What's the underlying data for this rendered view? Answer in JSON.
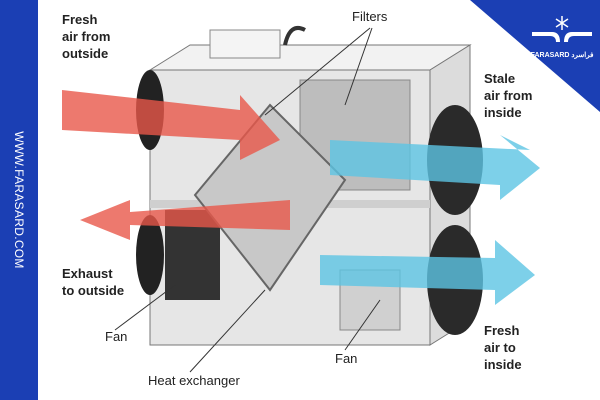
{
  "brand": {
    "website": "WWW.FARASARD.COM",
    "logo_text": "FARASARD فراسرد",
    "color": "#1b3fb4"
  },
  "labels": {
    "fresh_in": [
      "Fresh",
      "air from",
      "outside"
    ],
    "filters": "Filters",
    "stale_in": [
      "Stale",
      "air from",
      "inside"
    ],
    "exhaust": [
      "Exhaust",
      "to outside"
    ],
    "fan_left": "Fan",
    "heat_exchanger": "Heat exchanger",
    "fan_right": "Fan",
    "fresh_out": [
      "Fresh",
      "air to",
      "inside"
    ]
  },
  "colors": {
    "warm_air": "#e8574a",
    "cool_air": "#5cc4e4",
    "box": "#e9e9e9"
  }
}
